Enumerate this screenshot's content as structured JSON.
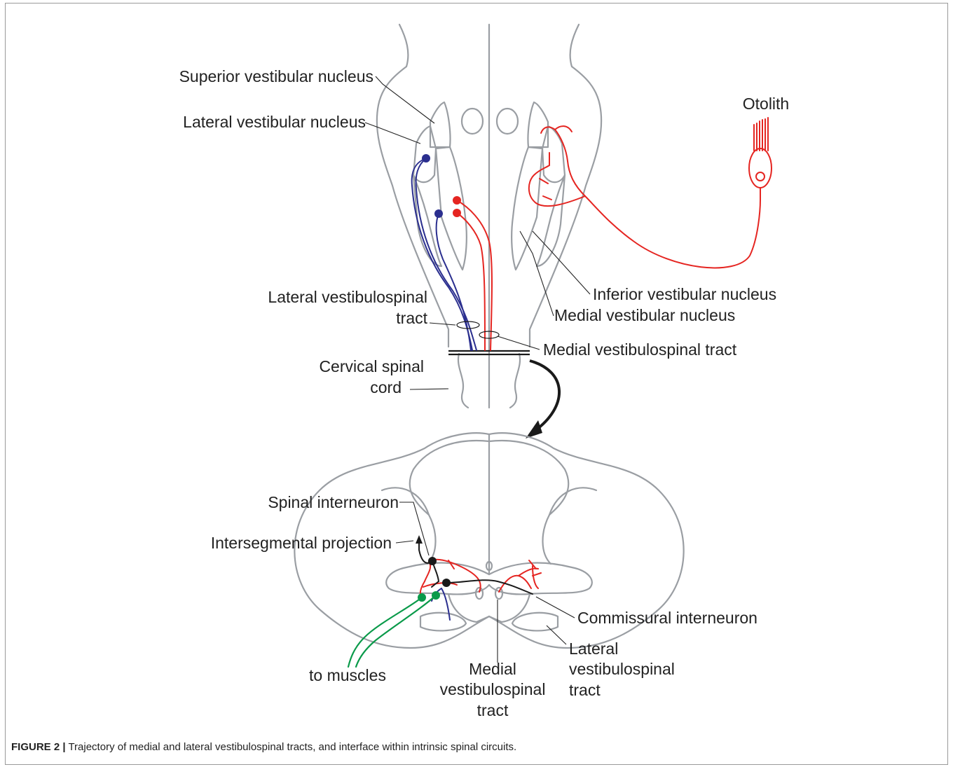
{
  "labels": {
    "superior_vestibular_nucleus": "Superior vestibular nucleus",
    "lateral_vestibular_nucleus": "Lateral vestibular nucleus",
    "otolith": "Otolith",
    "lateral_vestibulospinal_tract_top_1": "Lateral vestibulospinal",
    "lateral_vestibulospinal_tract_top_2": "tract",
    "inferior_vestibular_nucleus": "Inferior vestibular nucleus",
    "medial_vestibular_nucleus": "Medial vestibular nucleus",
    "medial_vestibulospinal_tract_top": "Medial vestibulospinal tract",
    "cervical_spinal_cord_1": "Cervical spinal",
    "cervical_spinal_cord_2": "cord",
    "spinal_interneuron": "Spinal interneuron",
    "intersegmental_projection": "Intersegmental projection",
    "commissural_interneuron": "Commissural interneuron",
    "lateral_vestibulospinal_tract_bottom_1": "Lateral",
    "lateral_vestibulospinal_tract_bottom_2": "vestibulospinal",
    "lateral_vestibulospinal_tract_bottom_3": "tract",
    "medial_vestibulospinal_tract_bottom_1": "Medial",
    "medial_vestibulospinal_tract_bottom_2": "vestibulospinal",
    "medial_vestibulospinal_tract_bottom_3": "tract",
    "to_muscles": "to muscles"
  },
  "caption": {
    "figure_label": "FIGURE 2 |",
    "text": " Trajectory of medial and lateral vestibulospinal tracts, and interface within intrinsic spinal circuits."
  },
  "colors": {
    "outline": "#9a9ea3",
    "red_pathway": "#e52521",
    "blue_pathway": "#2b2f8f",
    "green_motor": "#0a9a4a",
    "interneuron": "#1a1a1a"
  }
}
